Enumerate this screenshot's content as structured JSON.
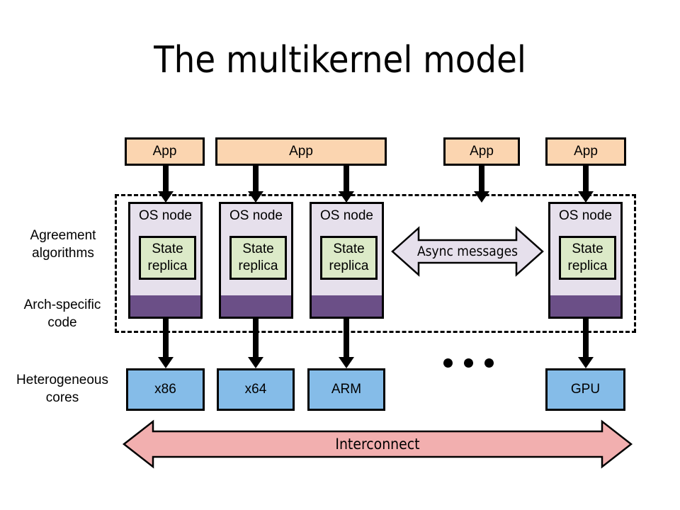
{
  "slide": {
    "title": "The multikernel model",
    "background": "#ffffff"
  },
  "colors": {
    "app_fill": "#FBD5B0",
    "osnode_fill": "#E6E0EC",
    "state_fill": "#DCEAC8",
    "arch_strip_fill": "#6B4F87",
    "core_fill": "#85BCE8",
    "interconnect_fill": "#F2AFAF",
    "async_fill": "#E6E0EC",
    "stroke": "#000000"
  },
  "apps": [
    {
      "label": "App"
    },
    {
      "label": "App"
    },
    {
      "label": "App"
    },
    {
      "label": "App"
    }
  ],
  "os_nodes": [
    {
      "title": "OS node",
      "state_line1": "State",
      "state_line2": "replica"
    },
    {
      "title": "OS node",
      "state_line1": "State",
      "state_line2": "replica"
    },
    {
      "title": "OS node",
      "state_line1": "State",
      "state_line2": "replica"
    },
    {
      "title": "OS node",
      "state_line1": "State",
      "state_line2": "replica"
    }
  ],
  "async_arrow": {
    "label": "Async messages"
  },
  "side_labels": {
    "agreement": "Agreement\nalgorithms",
    "agreement_line1": "Agreement",
    "agreement_line2": "algorithms",
    "arch_line1": "Arch-specific",
    "arch_line2": "code",
    "cores_line1": "Heterogeneous",
    "cores_line2": "cores"
  },
  "cores": [
    {
      "label": "x86"
    },
    {
      "label": "x64"
    },
    {
      "label": "ARM"
    },
    {
      "label": "GPU"
    }
  ],
  "ellipsis": {
    "dots": 3
  },
  "interconnect": {
    "label": "Interconnect"
  }
}
